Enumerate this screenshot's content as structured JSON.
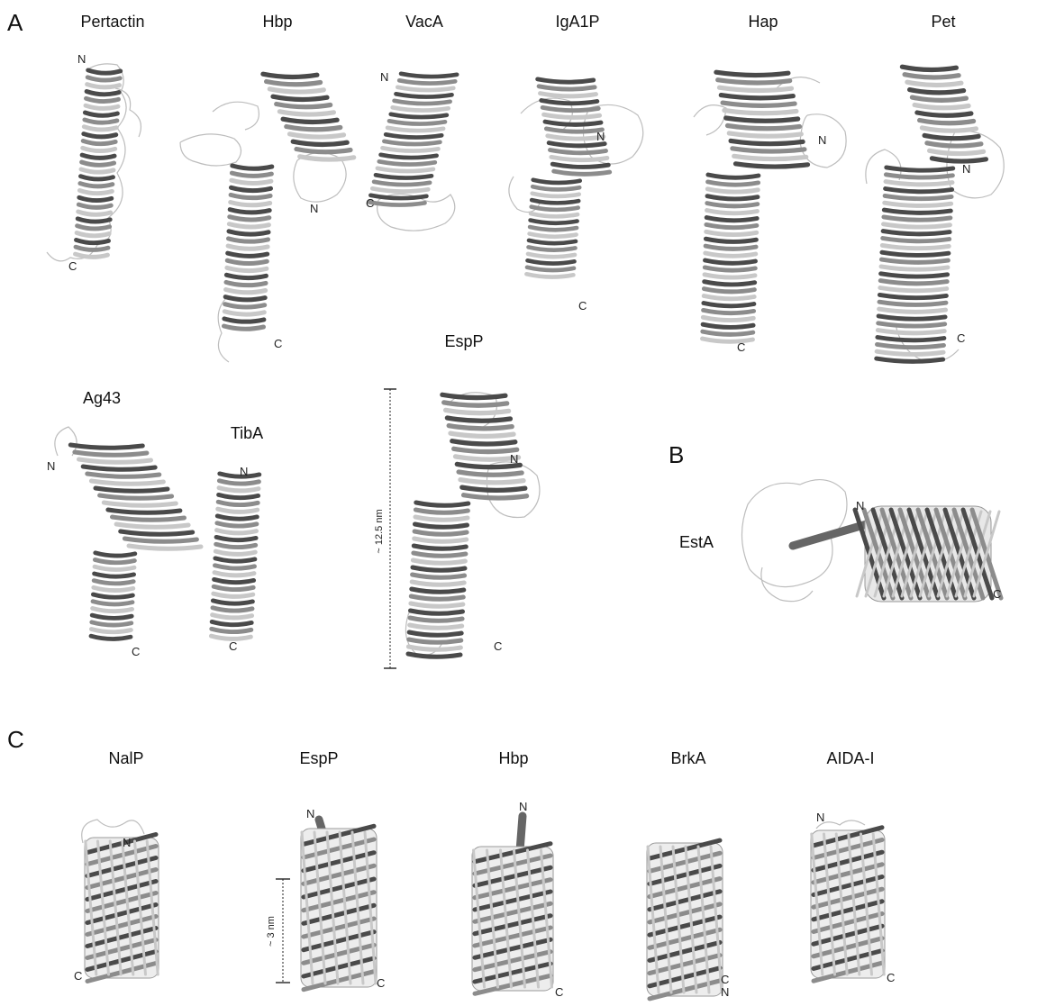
{
  "panels": {
    "a": "A",
    "b": "B",
    "c": "C"
  },
  "structures_a": [
    {
      "name": "Pertactin",
      "n_label": "N",
      "c_label": "C"
    },
    {
      "name": "Hbp",
      "n_label": "N",
      "c_label": "C"
    },
    {
      "name": "VacA",
      "n_label": "N",
      "c_label": "C"
    },
    {
      "name": "IgA1P",
      "n_label": "N",
      "c_label": "C"
    },
    {
      "name": "Hap",
      "n_label": "N",
      "c_label": "C"
    },
    {
      "name": "Pet",
      "n_label": "N",
      "c_label": "C"
    },
    {
      "name": "Ag43",
      "n_label": "N",
      "c_label": "C"
    },
    {
      "name": "TibA",
      "n_label": "N",
      "c_label": "C"
    },
    {
      "name": "EspP",
      "n_label": "N",
      "c_label": "C",
      "scale_label": "~ 12.5 nm"
    }
  ],
  "structures_b": [
    {
      "name": "EstA",
      "n_label": "N",
      "c_label": "C"
    }
  ],
  "structures_c": [
    {
      "name": "NalP",
      "n_label": "N",
      "c_label": "C"
    },
    {
      "name": "EspP",
      "n_label": "N",
      "c_label": "C",
      "scale_label": "~ 3 nm"
    },
    {
      "name": "Hbp",
      "n_label": "N",
      "c_label": "C"
    },
    {
      "name": "BrkA",
      "n_label": "N",
      "c_label": "C"
    },
    {
      "name": "AIDA-I",
      "n_label": "N",
      "c_label": "C"
    }
  ],
  "colors": {
    "ribbon_dark": "#4a4a4a",
    "ribbon_mid": "#8c8c8c",
    "ribbon_light": "#c8c8c8",
    "loop": "#bdbdbd"
  }
}
